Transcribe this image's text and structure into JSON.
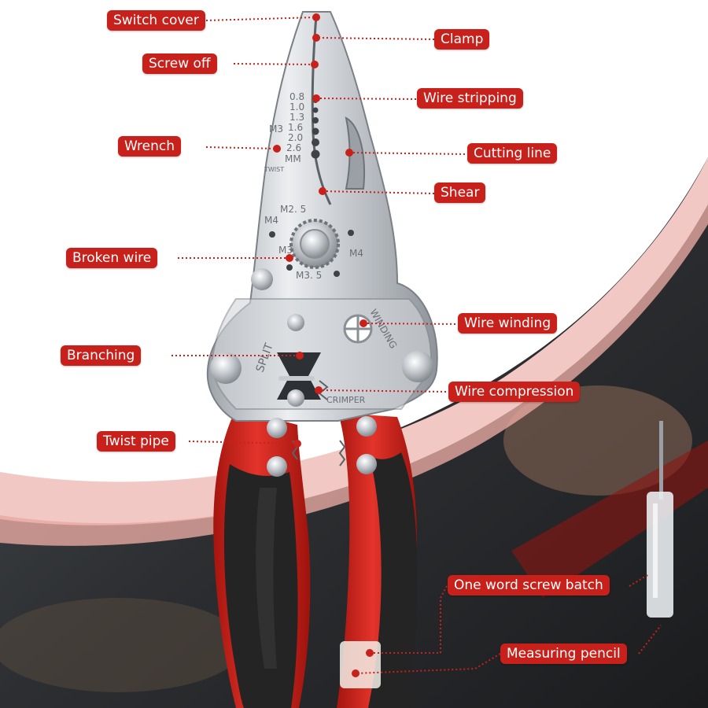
{
  "callouts": {
    "switch_cover": "Switch cover",
    "clamp": "Clamp",
    "screw_off": "Screw off",
    "wire_stripping": "Wire stripping",
    "wrench": "Wrench",
    "cutting_line": "Cutting line",
    "shear": "Shear",
    "broken_wire": "Broken wire",
    "wire_winding": "Wire winding",
    "branching": "Branching",
    "wire_compression": "Wire compression",
    "twist_pipe": "Twist pipe",
    "one_word_screw_batch": "One word screw batch",
    "measuring_pencil": "Measuring pencil"
  },
  "engravings": {
    "gauges": [
      "0.8",
      "1.0",
      "1.3",
      "1.6",
      "2.0",
      "2.6"
    ],
    "gauge_unit": "MM",
    "m3_left": "M3",
    "twist": "TWIST",
    "m2_5": "M2. 5",
    "m4_left": "M4",
    "m4_right": "M4",
    "m3_lower": "M3",
    "m3_5": "M3. 5",
    "split": "SPLIT",
    "winding": "WINDING",
    "crimper": "CRIMPER"
  },
  "colors": {
    "callout_bg": "#c8201b",
    "handle_red": "#d8281f",
    "handle_black": "#232323",
    "steel": "#c9ccd0",
    "leader_dot": "#c8201b"
  }
}
